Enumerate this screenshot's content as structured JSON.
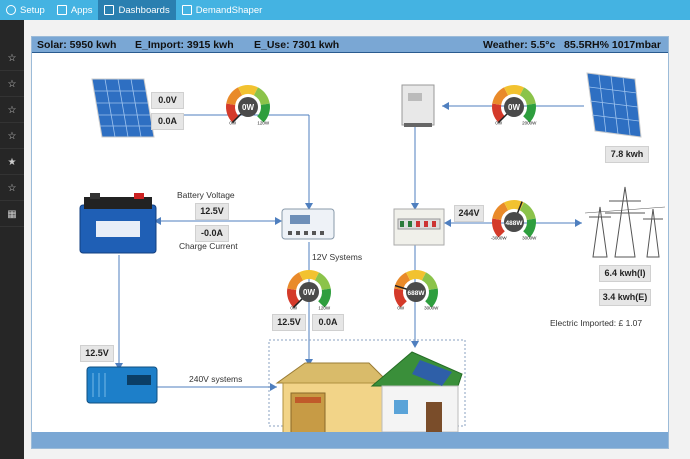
{
  "topnav": {
    "items": [
      {
        "label": "Setup",
        "icon": "gear-icon"
      },
      {
        "label": "Apps",
        "icon": "apps-icon"
      },
      {
        "label": "Dashboards",
        "icon": "dashboard-icon"
      },
      {
        "label": "DemandShaper",
        "icon": "calendar-icon"
      }
    ]
  },
  "sidebar": {
    "items": [
      {
        "icon": "star-outline-icon",
        "glyph": "☆"
      },
      {
        "icon": "star-outline-icon",
        "glyph": "☆"
      },
      {
        "icon": "star-outline-icon",
        "glyph": "☆"
      },
      {
        "icon": "star-outline-icon",
        "glyph": "☆"
      },
      {
        "icon": "star-filled-icon",
        "glyph": "★"
      },
      {
        "icon": "star-outline-icon",
        "glyph": "☆"
      },
      {
        "icon": "dashboard-icon",
        "glyph": "▦"
      }
    ]
  },
  "header": {
    "solar": "Solar: 5950 kwh",
    "import": "E_Import: 3915 kwh",
    "use": "E_Use: 7301 kwh",
    "weather": "Weather: 5.5°c   85.5RH% 1017mbar"
  },
  "values": {
    "solar_voltage": "0.0V",
    "solar_current": "0.0A",
    "battery_voltage": "12.5V",
    "charge_current": "-0.0A",
    "sys12_voltage": "12.5V",
    "sys12_current": "0.0A",
    "inverter_voltage": "12.5V",
    "grid_voltage": "244V",
    "solar_kwh": "7.8 kwh",
    "import_kwh": "6.4 kwh(I)",
    "export_kwh": "3.4 kwh(E)"
  },
  "labels": {
    "battery_voltage": "Battery Voltage",
    "charge_current": "Charge Current",
    "systems_12v": "12V Systems",
    "systems_240v": "240V systems",
    "electric_imported": "Electric Imported: £ 1.07"
  },
  "gauges": {
    "solar_left": {
      "value": "0W",
      "min": "0W",
      "max": "120W",
      "level": 0.0
    },
    "solar_right": {
      "value": "0W",
      "min": "0W",
      "max": "2000W",
      "level": 0.0
    },
    "grid": {
      "value": "488W",
      "min": "-3000W",
      "max": "3000W",
      "level": 0.58
    },
    "sys12": {
      "value": "0W",
      "min": "0W",
      "max": "120W",
      "level": 0.0
    },
    "house": {
      "value": "688W",
      "min": "0W",
      "max": "3000W",
      "level": 0.23
    }
  },
  "colors": {
    "nav": "#44b3e2",
    "header": "#7aa7d4",
    "line": "#4f7fbf"
  }
}
